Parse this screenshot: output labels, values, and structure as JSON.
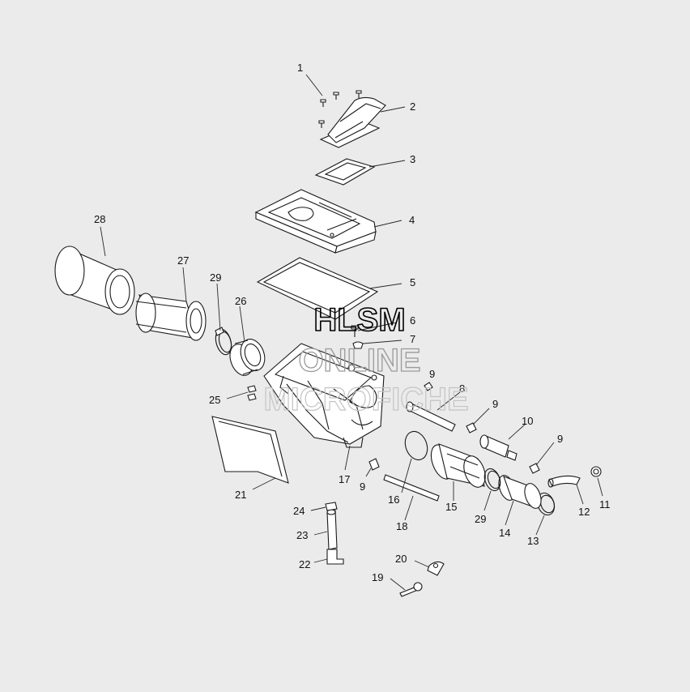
{
  "callouts": [
    "1",
    "2",
    "3",
    "4",
    "5",
    "6",
    "7",
    "8",
    "9",
    "9",
    "9",
    "9",
    "10",
    "11",
    "12",
    "13",
    "14",
    "15",
    "16",
    "17",
    "18",
    "19",
    "20",
    "21",
    "22",
    "23",
    "24",
    "25",
    "26",
    "27",
    "28",
    "29",
    "29"
  ],
  "watermark": {
    "line1": "HLSM",
    "line2": "ONLINE",
    "line3": "MICROFICHE"
  },
  "colors": {
    "background": "#ebebeb",
    "line": "#1a1a1a"
  }
}
